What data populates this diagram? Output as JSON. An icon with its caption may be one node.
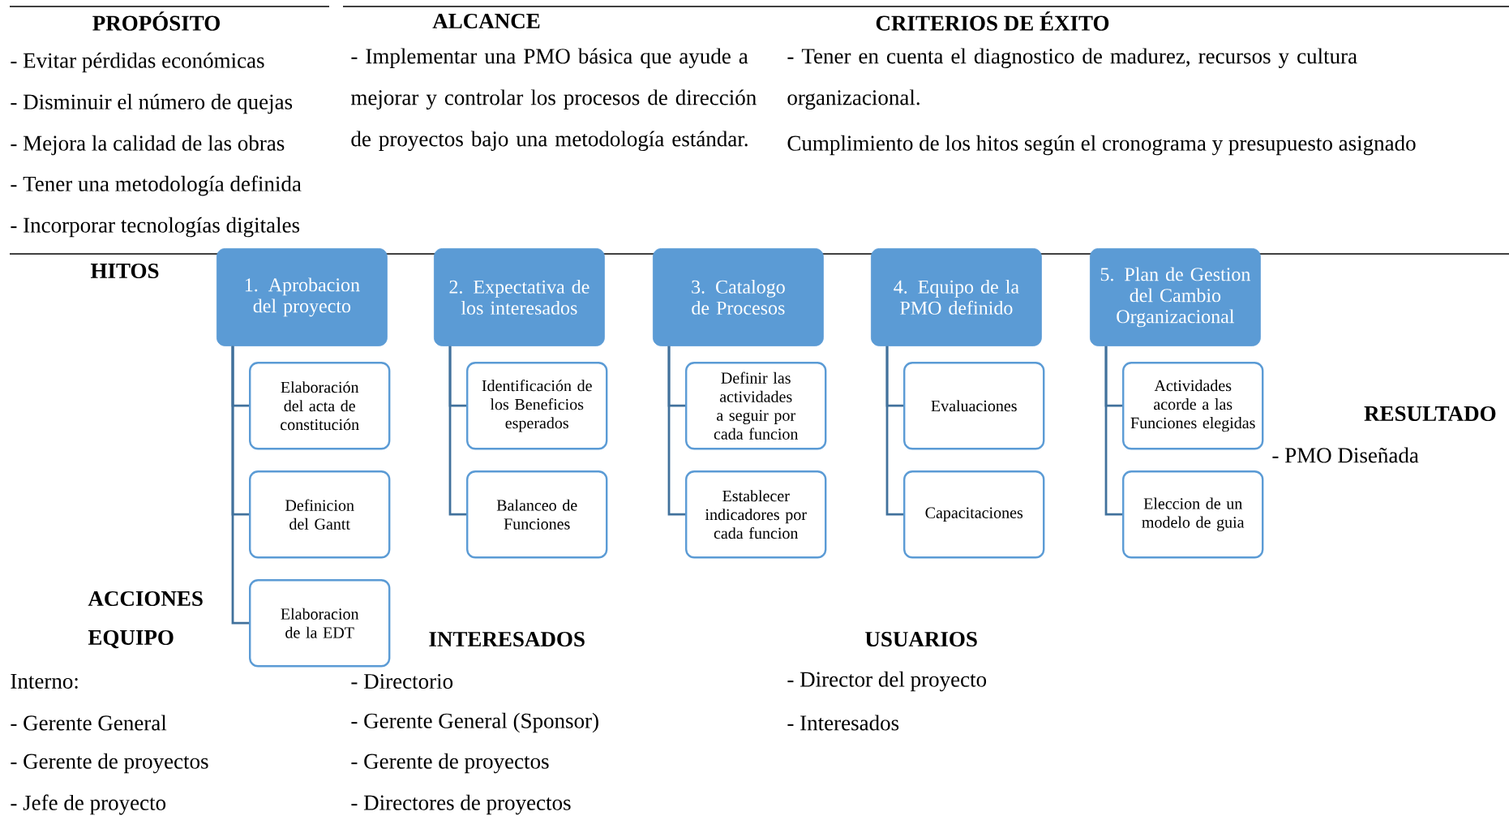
{
  "diagram": {
    "nodes": [
      {
        "text": [
          "1. Aprobacion del proyecto"
        ]
      },
      {
        "text": [
          "2. Expectativa de los interesados"
        ]
      },
      {
        "text": [
          "3. Catalogo de Procesos"
        ]
      },
      {
        "text": [
          "4. Equipo de la PMO definido"
        ]
      },
      {
        "text": [
          "5. Plan de Gestion del Cambio Organizacional"
        ]
      },
      {
        "text": [
          "Elaboración del acta de constitución"
        ]
      },
      {
        "text": [
          "Definicion del Gantt"
        ]
      },
      {
        "text": [
          "Elaboracion de la EDT"
        ]
      },
      {
        "text": [
          "Identificación de los Beneficios esperados"
        ]
      },
      {
        "text": [
          "Balanceo de Funciones"
        ]
      },
      {
        "text": [
          "Definir las actividades a seguir por cada funcion"
        ]
      },
      {
        "text": [
          "Establecer indicadores por cada funcion"
        ]
      },
      {
        "text": [
          "Evaluaciones"
        ]
      },
      {
        "text": [
          "Capacitaciones"
        ]
      },
      {
        "text": [
          "Actividades acorde a las Funciones elegidas"
        ]
      },
      {
        "text": [
          "Eleccion de un modelo de guia"
        ]
      }
    ],
    "edges": [
      {
        "from": 0,
        "to": 5,
        "arrow": "none"
      },
      {
        "from": 0,
        "to": 6,
        "arrow": "none"
      },
      {
        "from": 0,
        "to": 7,
        "arrow": "none"
      },
      {
        "from": 1,
        "to": 8,
        "arrow": "none"
      },
      {
        "from": 1,
        "to": 9,
        "arrow": "none"
      },
      {
        "from": 2,
        "to": 10,
        "arrow": "none"
      },
      {
        "from": 2,
        "to": 11,
        "arrow": "none"
      },
      {
        "from": 3,
        "to": 12,
        "arrow": "none"
      },
      {
        "from": 3,
        "to": 13,
        "arrow": "none"
      },
      {
        "from": 4,
        "to": 14,
        "arrow": "none"
      },
      {
        "from": 4,
        "to": 15,
        "arrow": "none"
      }
    ],
    "labels": [
      "PROPÓSITO",
      "ALCANCE",
      "CRITERIOS DE ÉXITO",
      "- Evitar pérdidas económicas",
      "- Disminuir el número de quejas",
      "- Mejora la calidad de las obras",
      "- Tener una metodología definida",
      "- Incorporar tecnologías digitales",
      "- Implementar una PMO básica que ayude a mejorar y controlar los procesos de dirección de proyectos bajo una metodología estándar.",
      "- Tener en cuenta el diagnostico de madurez, recursos y cultura organizacional.",
      "Cumplimiento de los hitos según el cronograma y presupuesto asignado",
      "HITOS",
      "RESULTADO",
      "- PMO Diseñada",
      "ACCIONES",
      "EQUIPO",
      "INTERESADOS",
      "USUARIOS",
      "Interno:",
      "- Directorio",
      "- Director del proyecto",
      "- Gerente General",
      "- Gerente General (Sponsor)",
      "- Interesados",
      "- Gerente de proyectos",
      "- Gerente de proyectos",
      "- Jefe de proyecto",
      "- Directores de proyectos"
    ]
  }
}
